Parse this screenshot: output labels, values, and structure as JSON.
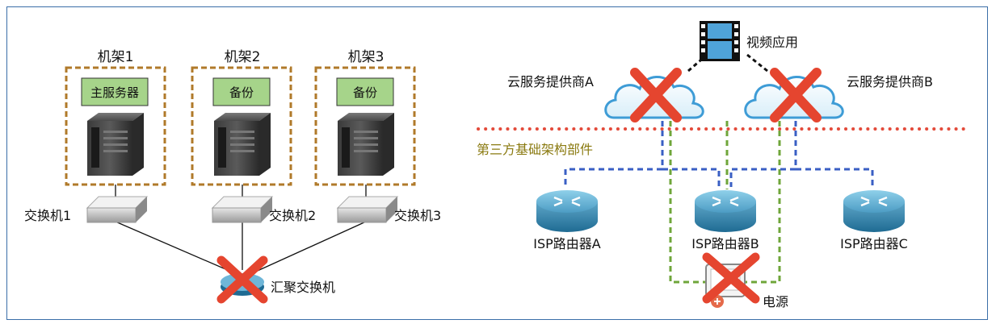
{
  "racks": [
    {
      "label": "机架1",
      "box": "主服务器"
    },
    {
      "label": "机架2",
      "box": "备份"
    },
    {
      "label": "机架3",
      "box": "备份"
    }
  ],
  "switches": [
    "交换机1",
    "交换机2",
    "交换机3"
  ],
  "aggregation_switch": "汇聚交换机",
  "video_app": "视频应用",
  "clouds": [
    "云服务提供商A",
    "云服务提供商B"
  ],
  "third_party_label": "第三方基础架构部件",
  "routers": [
    "ISP路由器A",
    "ISP路由器B",
    "ISP路由器C"
  ],
  "power": "电源",
  "colors": {
    "frame": "#3b6ea8",
    "rack_border": "#b07a2a",
    "server_label_bg": "#a6d48a",
    "failure_x": "#e5452f",
    "blue_dash": "#3a5fc4",
    "green_dash": "#6fa63a",
    "red_dots": "#e34a3a"
  },
  "icons": [
    "server-icon",
    "switch-icon",
    "cloud-icon",
    "router-icon",
    "video-icon",
    "power-supply-icon",
    "x-failure-icon"
  ]
}
